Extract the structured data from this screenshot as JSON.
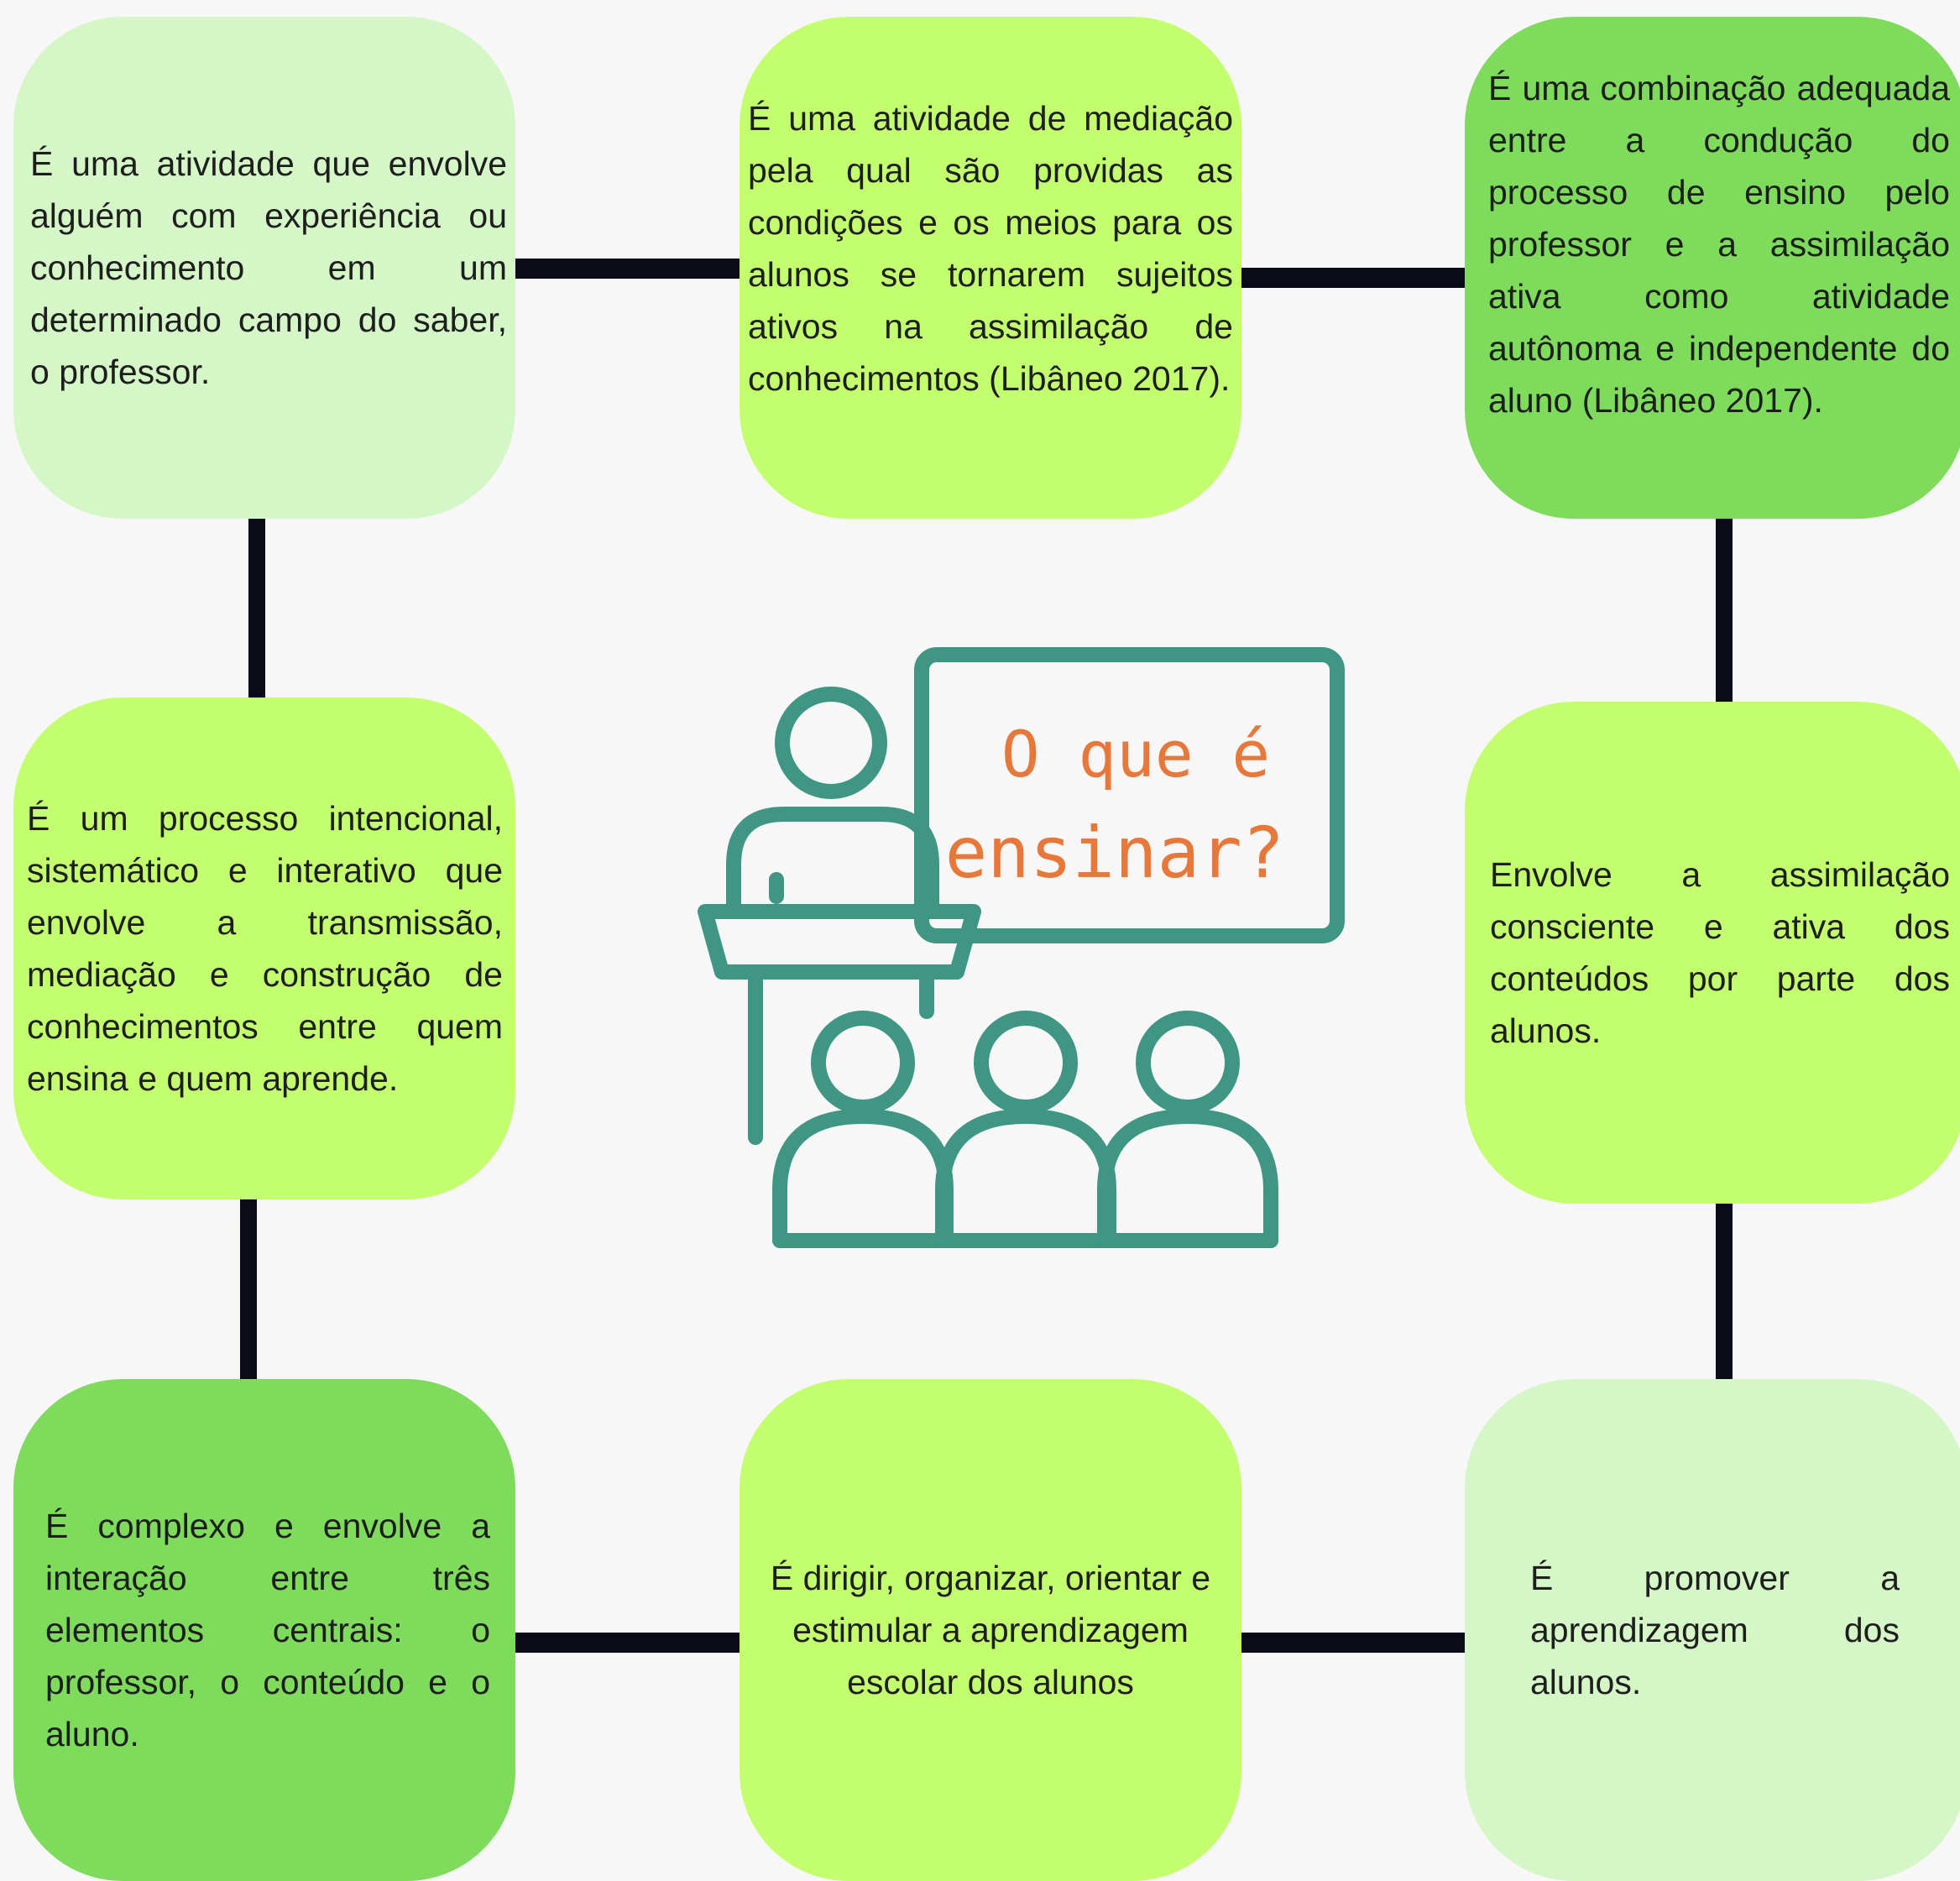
{
  "diagram": {
    "title_line1": "O que é",
    "title_line2": "ensinar?",
    "colors": {
      "line": "#0b0b18",
      "pale_green": "#d5f6c6",
      "lime": "#c3fe6e",
      "green": "#7edb5b",
      "icon": "#3f9682",
      "title": "#e8773a"
    },
    "icon": "teacher-presenting-to-students-icon",
    "cards": [
      {
        "text": "É uma atividade que envolve alguém com experiência ou conhecimento em um determinado campo do saber, o professor."
      },
      {
        "text": "É uma atividade de mediação pela qual são providas as condições e os meios para os alunos se tornarem sujeitos ativos na assimilação de conhecimentos (Libâneo 2017)."
      },
      {
        "text": "É uma combinação adequada entre a condução do processo de ensino pelo professor e a assimilação ativa como atividade autônoma e independente do aluno (Libâneo 2017)."
      },
      {
        "text": "É um processo intencional, sistemático e interativo que envolve a transmissão, mediação e construção de conhecimentos entre quem ensina e quem aprende."
      },
      {
        "text": "Envolve a assimilação consciente e ativa dos conteúdos por parte dos alunos."
      },
      {
        "text": "É complexo e envolve a interação entre três elementos centrais: o professor, o conteúdo e o aluno."
      },
      {
        "text": "É dirigir, organizar, orientar e estimular a aprendizagem escolar dos alunos"
      },
      {
        "text": "É promover a aprendizagem dos alunos."
      }
    ]
  }
}
